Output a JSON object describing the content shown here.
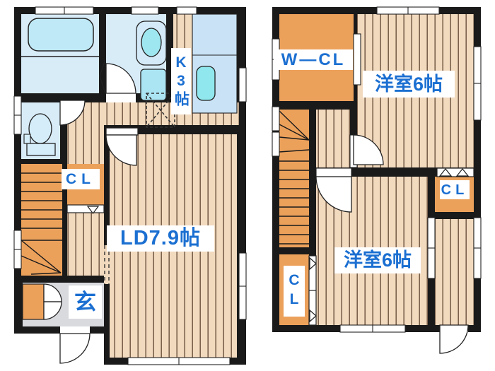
{
  "title": "2-story floor plan",
  "floor1": {
    "rooms": {
      "living_dining": "LD7.9帖",
      "kitchen": "K3帖",
      "closet": "CL",
      "entrance": "玄"
    }
  },
  "floor2": {
    "rooms": {
      "walk_in_closet": "W—CL",
      "bedroom_top": "洋室6帖",
      "bedroom_bottom": "洋室6帖",
      "closet_top": "CL",
      "closet_bottom": "CL"
    }
  },
  "colors": {
    "label_text": "#1B6FD1",
    "wall": "#1A1A1A",
    "wood_floor": "#F2DABF",
    "wood_line": "#7B614C",
    "closet_orange": "#ECA15B",
    "wet_room_blue": "#D8ECF8",
    "fixture_cyan": "#90E7EE",
    "counter_blue": "#C9E2F5",
    "entrance_gray": "#D9DADE"
  }
}
